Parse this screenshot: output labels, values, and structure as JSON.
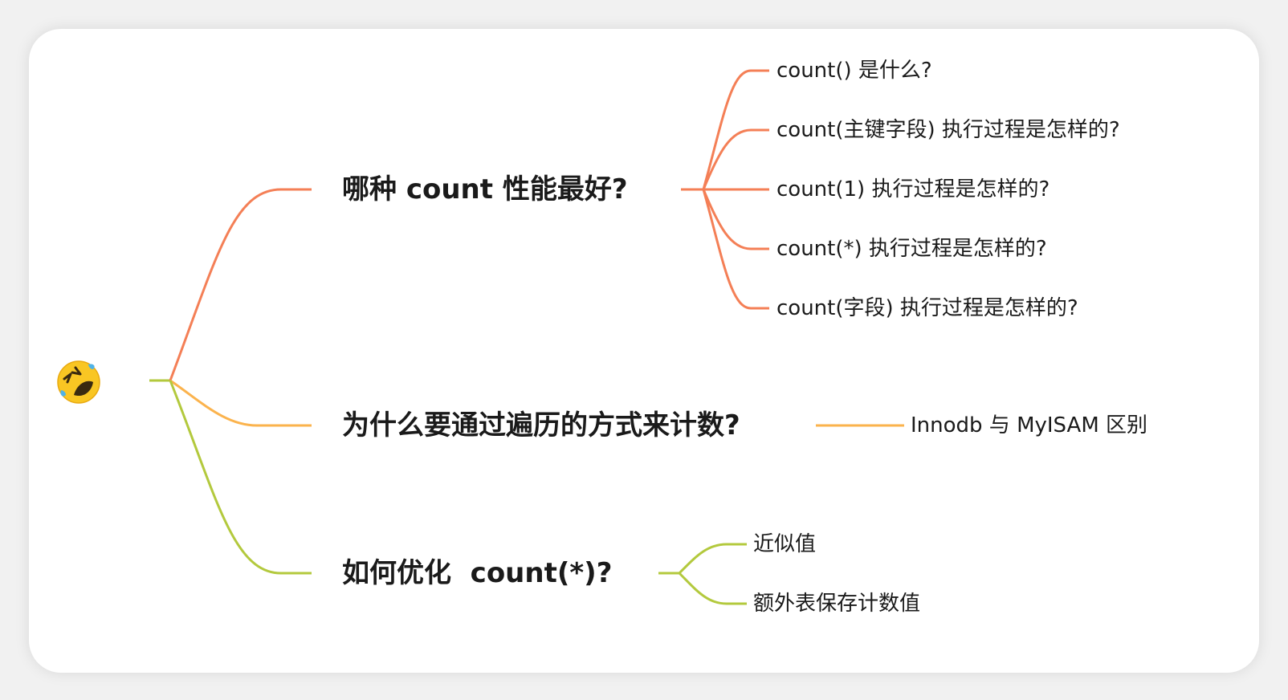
{
  "root": {
    "icon": "rolling-on-the-floor-laughing-emoji-icon"
  },
  "colors": {
    "branch1": "#f47f56",
    "branch2": "#fbb34d",
    "branch3": "#b3c93d",
    "text": "#1a1a1a"
  },
  "branches": [
    {
      "label": "哪种 count 性能最好?",
      "children": [
        "count() 是什么?",
        "count(主键字段) 执行过程是怎样的?",
        "count(1) 执行过程是怎样的?",
        "count(*) 执行过程是怎样的?",
        "count(字段) 执行过程是怎样的?"
      ]
    },
    {
      "label": "为什么要通过遍历的方式来计数?",
      "children": [
        "Innodb 与 MyISAM 区别"
      ]
    },
    {
      "label": "如何优化  count(*)?",
      "children": [
        "近似值",
        "额外表保存计数值"
      ]
    }
  ]
}
